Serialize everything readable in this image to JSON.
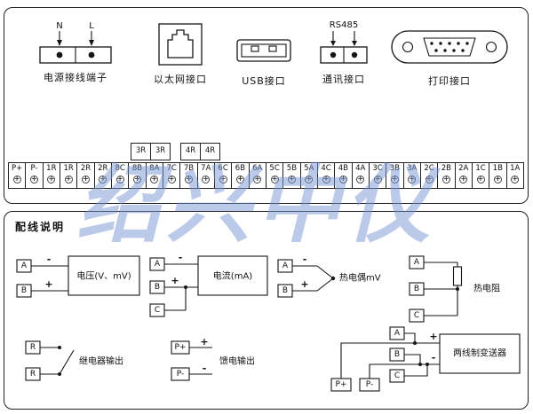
{
  "watermark": "绍兴中仪",
  "top_panel": {
    "power": {
      "pins": [
        "N",
        "L"
      ],
      "label": "电源接线端子"
    },
    "ethernet": {
      "label": "以太网接口"
    },
    "usb": {
      "label": "USB接口"
    },
    "comm": {
      "title": "RS485",
      "label": "通讯接口"
    },
    "printer": {
      "label": "打印接口"
    }
  },
  "strip": {
    "aux1": [
      "3R",
      "3R"
    ],
    "aux2": [
      "4R",
      "4R"
    ],
    "terminals": [
      "P+",
      "P-",
      "1R",
      "1R",
      "2R",
      "2R",
      "8C",
      "8B",
      "8A",
      "7C",
      "7B",
      "7A",
      "6C",
      "6B",
      "6A",
      "5C",
      "5B",
      "5A",
      "4C",
      "4B",
      "4A",
      "3C",
      "3B",
      "3A",
      "2C",
      "2B",
      "2A",
      "1C",
      "1B",
      "1A"
    ]
  },
  "wiring": {
    "title": "配线说明",
    "voltage": {
      "a": "A",
      "b": "B",
      "minus": "-",
      "plus": "+",
      "label": "电压(V、mV)"
    },
    "current": {
      "a": "A",
      "b": "B",
      "c": "C",
      "minus": "-",
      "plus": "+",
      "label": "电流(mA)"
    },
    "thermocouple": {
      "a": "A",
      "b": "B",
      "minus": "-",
      "plus": "+",
      "label": "热电偶mV"
    },
    "rtd": {
      "a": "A",
      "b": "B",
      "c": "C",
      "label": "热电阻"
    },
    "relay": {
      "r1": "R",
      "r2": "R",
      "label": "继电器输出"
    },
    "feed": {
      "pplus": "P+",
      "pminus": "P-",
      "plus": "+",
      "minus": "-",
      "label": "馈电输出"
    },
    "transmitter": {
      "pplus": "P+",
      "pminus": "P-",
      "a": "A",
      "b": "B",
      "c": "C",
      "plus": "+",
      "minus": "-",
      "label": "两线制变送器"
    }
  }
}
